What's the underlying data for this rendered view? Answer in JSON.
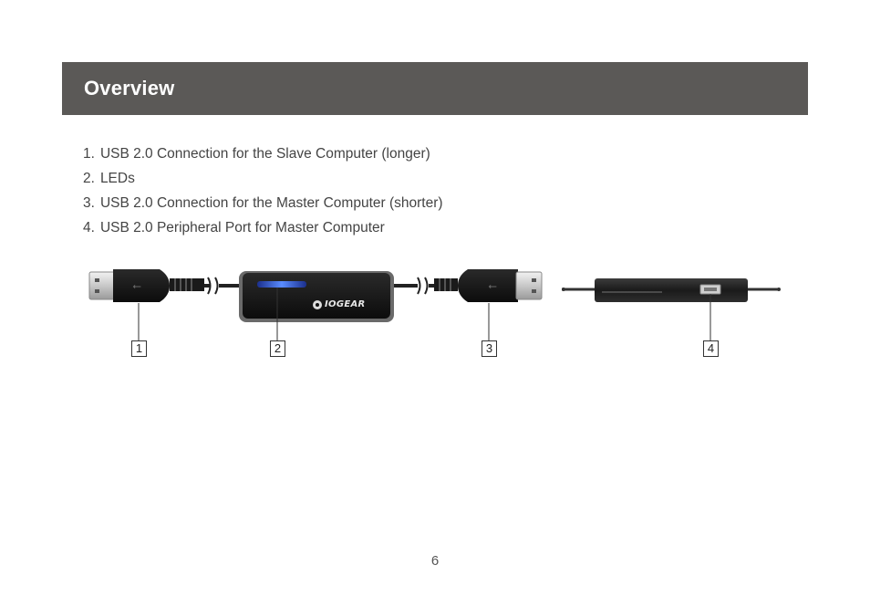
{
  "header": {
    "title": "Overview"
  },
  "features": [
    {
      "num": "1.",
      "text": "USB 2.0 Connection for the Slave Computer (longer)"
    },
    {
      "num": "2.",
      "text": "LEDs"
    },
    {
      "num": "3.",
      "text": "USB 2.0 Connection for the Master Computer (shorter)"
    },
    {
      "num": "4.",
      "text": "USB 2.0 Peripheral Port for Master Computer"
    }
  ],
  "diagram": {
    "brand_logo": "IOGEAR",
    "callouts": [
      "1",
      "2",
      "3",
      "4"
    ],
    "led_color": "#3a6cf0"
  },
  "page_number": "6"
}
